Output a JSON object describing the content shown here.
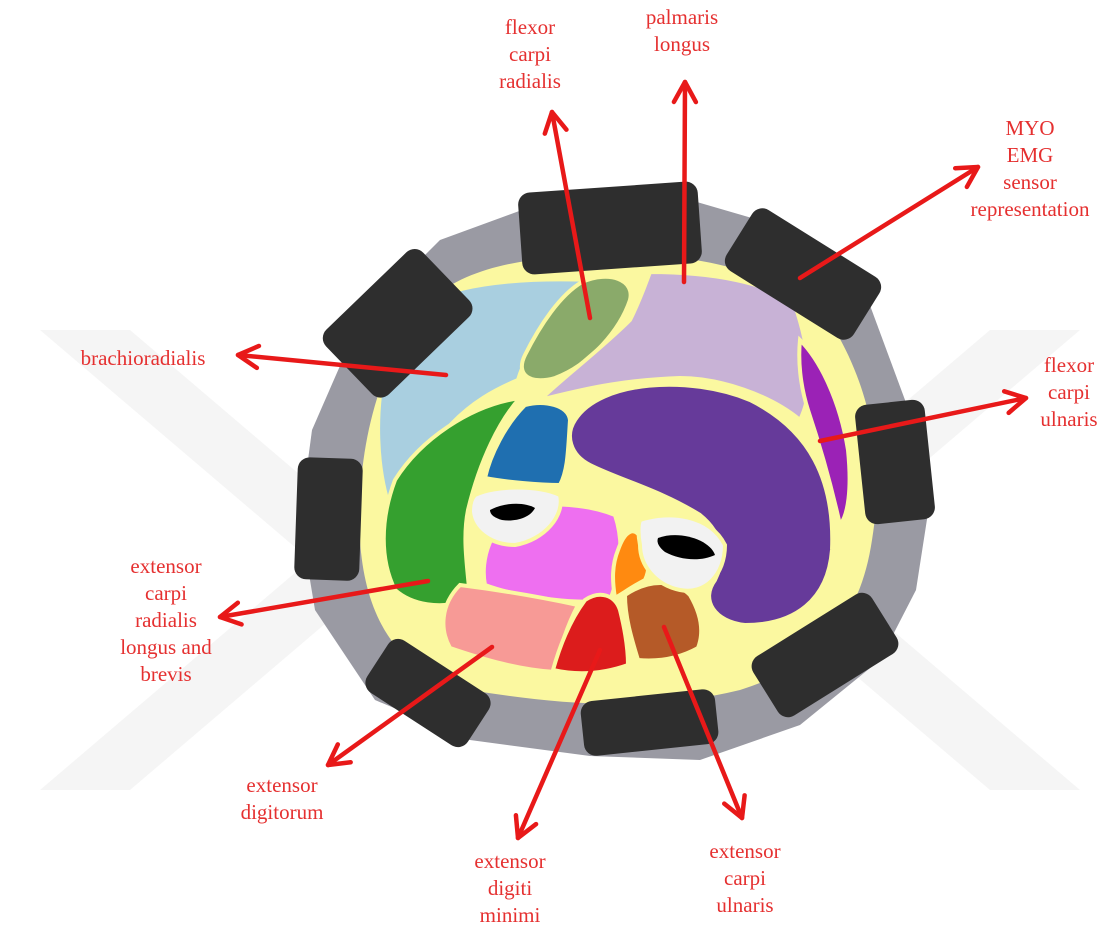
{
  "labels": {
    "flexor_carpi_radialis": [
      "flexor",
      "carpi",
      "radialis"
    ],
    "palmaris_longus": [
      "palmaris",
      "longus"
    ],
    "myo_sensor": [
      "MYO",
      "EMG",
      "sensor",
      "representation"
    ],
    "brachioradialis": [
      "brachioradialis"
    ],
    "flexor_carpi_ulnaris": [
      "flexor",
      "carpi",
      "ulnaris"
    ],
    "extensor_carpi_radialis": [
      "extensor",
      "carpi",
      "radialis",
      "longus and",
      "brevis"
    ],
    "extensor_digitorum": [
      "extensor",
      "digitorum"
    ],
    "extensor_digiti_minimi": [
      "extensor",
      "digiti",
      "minimi"
    ],
    "extensor_carpi_ulnaris": [
      "extensor",
      "carpi",
      "ulnaris"
    ]
  },
  "colors": {
    "label_text": "#e53030",
    "arrow": "#e81919",
    "sensor_band": "#9a9aa3",
    "sensor_pad": "#2e2e2e",
    "fascia": "#fbf8a0",
    "brachioradialis": "#a9cfe0",
    "flexor_carpi_radialis": "#8aaa6a",
    "palmaris_longus": "#c8b2d6",
    "flexor_carpi_ulnaris": "#9b22b6",
    "deep_flexor": "#663a9a",
    "extensor_carpi_radialis": "#35a02f",
    "blue_muscle": "#1f6fb0",
    "pink_muscle": "#ee6ff0",
    "extensor_digitorum": "#f79a96",
    "extensor_digiti_minimi": "#dc1c1c",
    "extensor_carpi_ulnaris": "#b55a28",
    "orange_muscle": "#ff8a10",
    "bone_marrow": "#000000",
    "bone_cortex": "#f2f2f2"
  }
}
